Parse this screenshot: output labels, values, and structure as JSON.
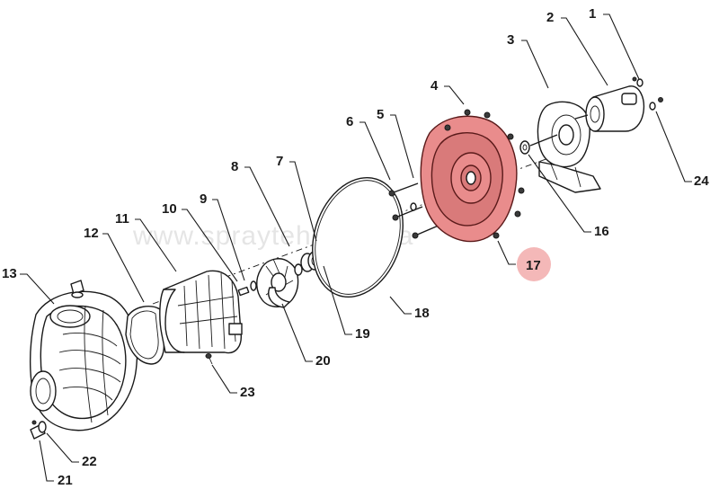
{
  "diagram": {
    "watermark": "www.sprayteh.com.ua",
    "highlight_color": "#e98c8c",
    "highlight_badge_color": "#f4b8b8",
    "line_color": "#1a1a1a",
    "highlighted_part": "17",
    "callouts": [
      "1",
      "2",
      "3",
      "4",
      "5",
      "6",
      "7",
      "8",
      "9",
      "10",
      "11",
      "12",
      "13",
      "16",
      "17",
      "18",
      "19",
      "20",
      "21",
      "22",
      "23",
      "24"
    ]
  }
}
